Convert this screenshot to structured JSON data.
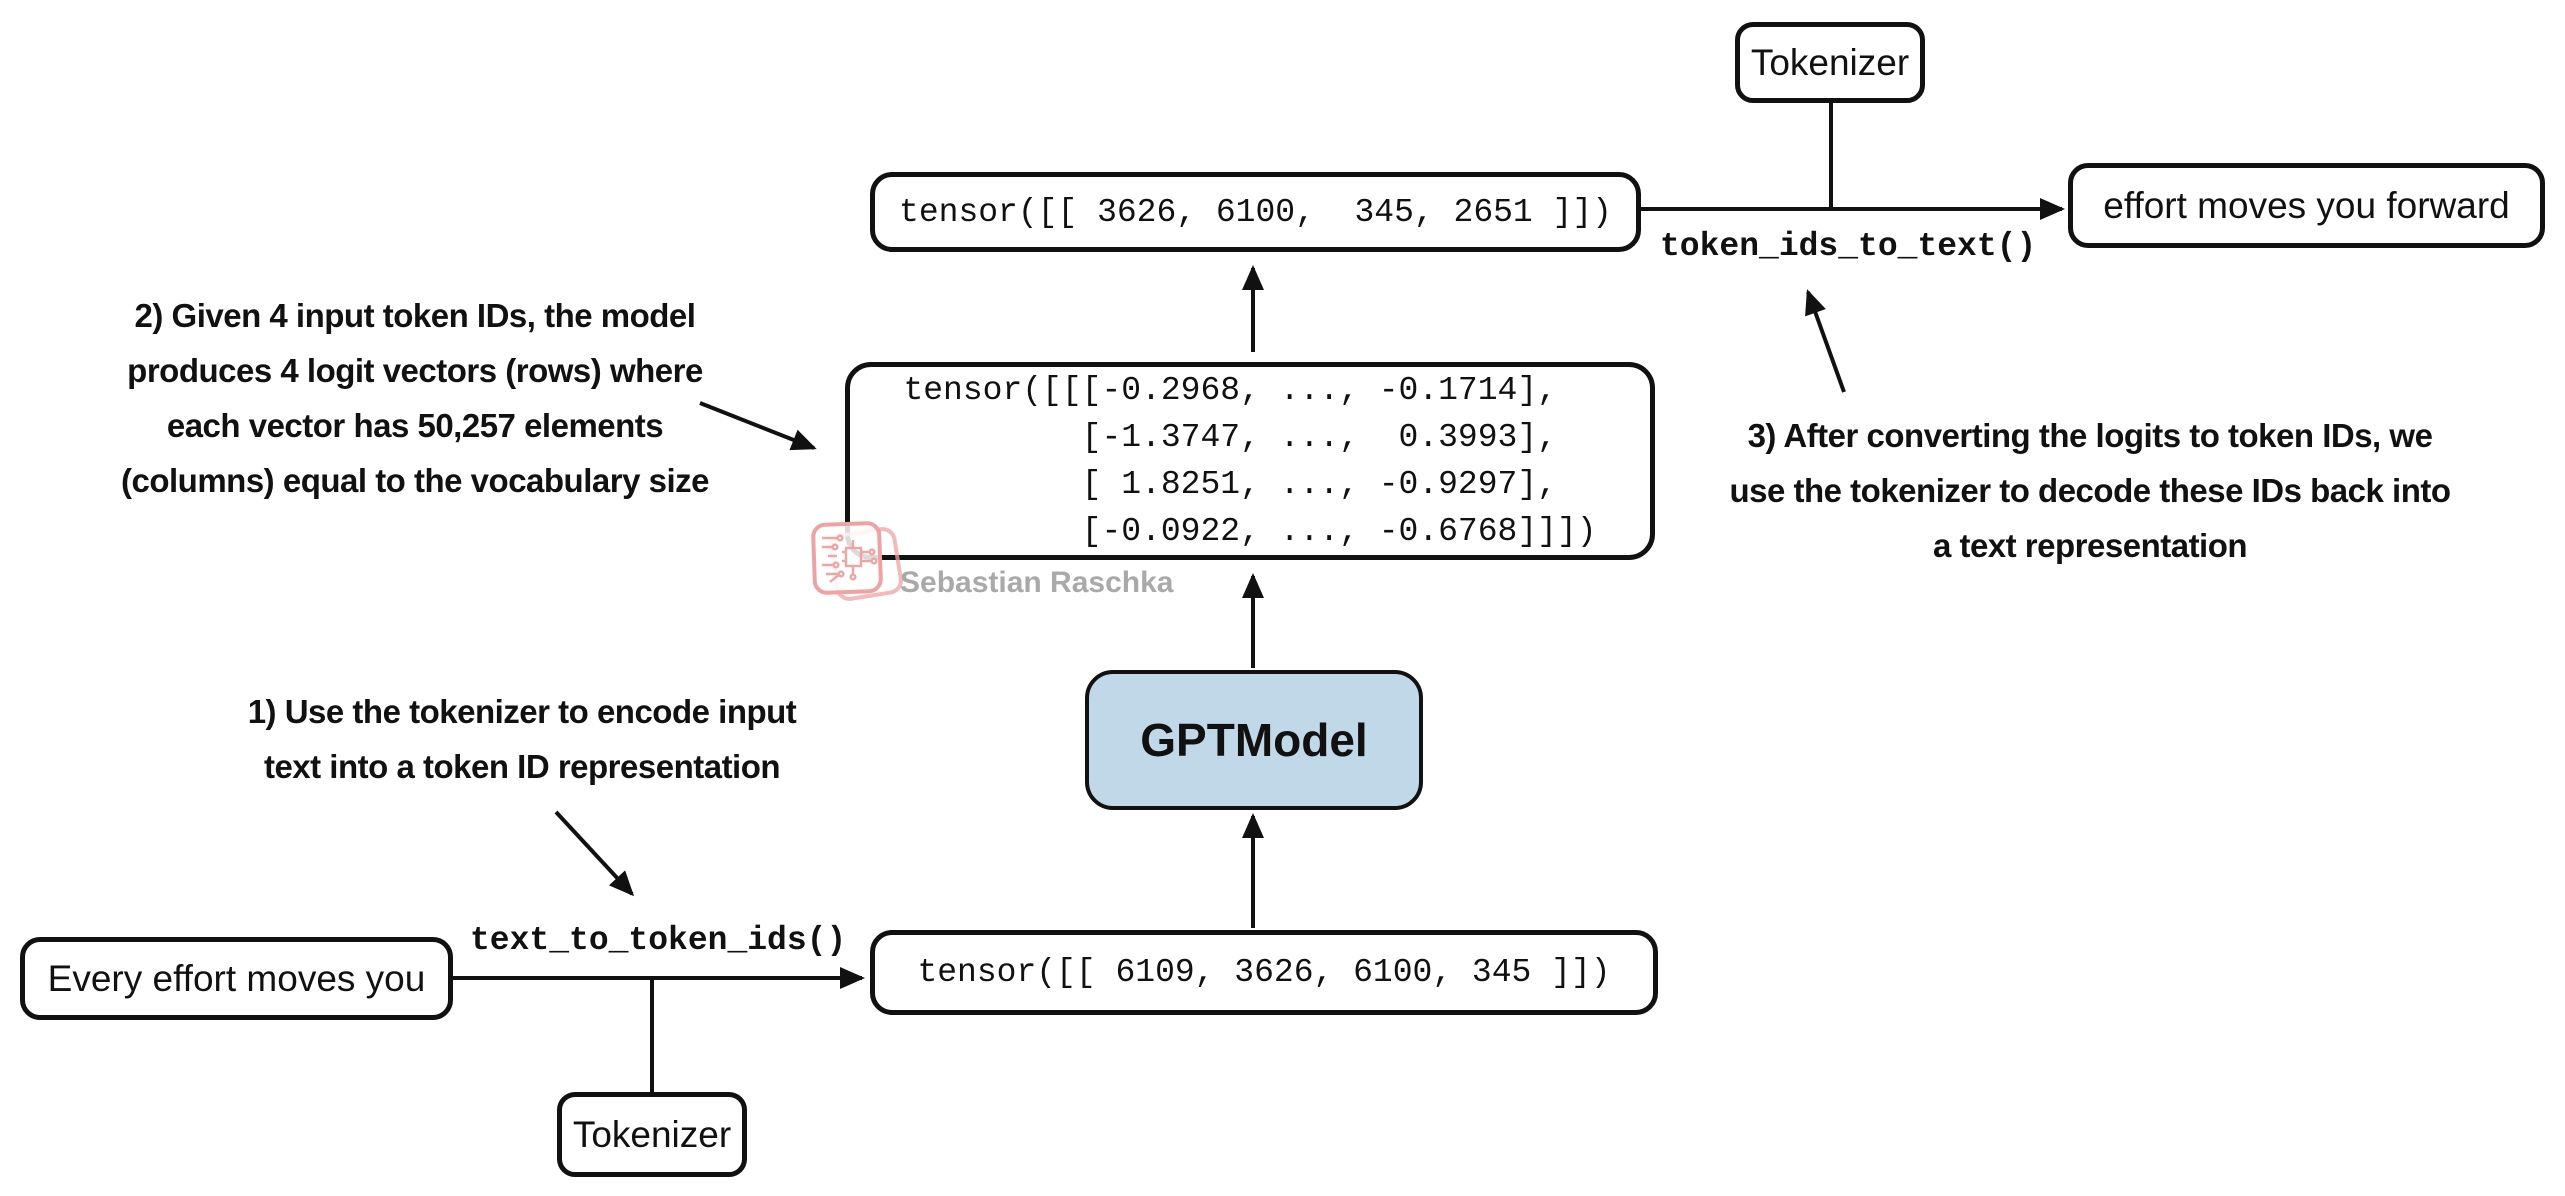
{
  "diagram": {
    "top_flow": {
      "tokenizer_label": "Tokenizer",
      "output_ids_tensor": "tensor([[ 3626, 6100,  345, 2651 ]])",
      "decode_fn_label": "token_ids_to_text()",
      "output_text": "effort moves you forward"
    },
    "logits": {
      "tensor_text": "tensor([[[-0.2968, ..., -0.1714],\n         [-1.3747, ...,  0.3993],\n         [ 1.8251, ..., -0.9297],\n         [-0.0922, ..., -0.6768]]])"
    },
    "model": {
      "label": "GPTModel"
    },
    "bottom_flow": {
      "input_text": "Every effort moves you",
      "encode_fn_label": "text_to_token_ids()",
      "input_ids_tensor": "tensor([[ 6109, 3626, 6100, 345 ]])",
      "tokenizer_label": "Tokenizer"
    },
    "annotations": {
      "step1": "1) Use the tokenizer to encode input\ntext into a token ID representation",
      "step2": "2) Given 4 input token IDs, the model\nproduces 4 logit vectors (rows) where\neach vector has 50,257 elements\n(columns) equal to the vocabulary size",
      "step3": "3) After converting the logits to token IDs, we\nuse the tokenizer to decode these IDs back into\na text representation"
    },
    "watermark": {
      "author": "Sebastian Raschka"
    },
    "colors": {
      "model_fill": "#c1d8e8",
      "line_color": "#111111",
      "watermark_text": "#a9a9a9",
      "watermark_logo": "#f0a1a1"
    }
  }
}
